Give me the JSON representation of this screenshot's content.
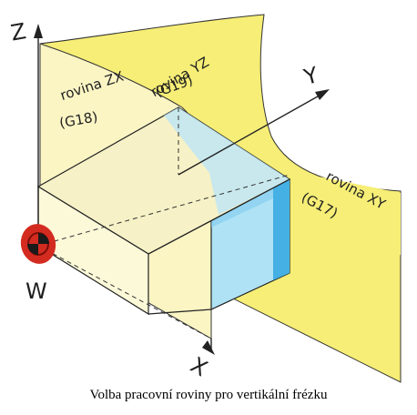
{
  "axes": {
    "z": "Z",
    "y": "Y",
    "x": "X"
  },
  "planes": {
    "zx": {
      "name": "rovina ZX",
      "code": "(G18)"
    },
    "yz": {
      "name": "rovina YZ",
      "code": "(G19)"
    },
    "xy": {
      "name": "rovina XY",
      "code": "(G17)"
    }
  },
  "origin_label": "W",
  "caption": "Volba pracovní roviny pro vertikální frézku",
  "colors": {
    "plane_yellow": "#f6ee76",
    "plane_pale": "#fbf5c4",
    "block_front": "#fbf9d8",
    "block_top": "#f6f1c6",
    "block_side": "#aee2f4",
    "block_shadow": "#45b0e3",
    "origin_marker": "#d42b20"
  },
  "icons": {
    "origin_marker": "workpiece-zero-marker-icon"
  }
}
